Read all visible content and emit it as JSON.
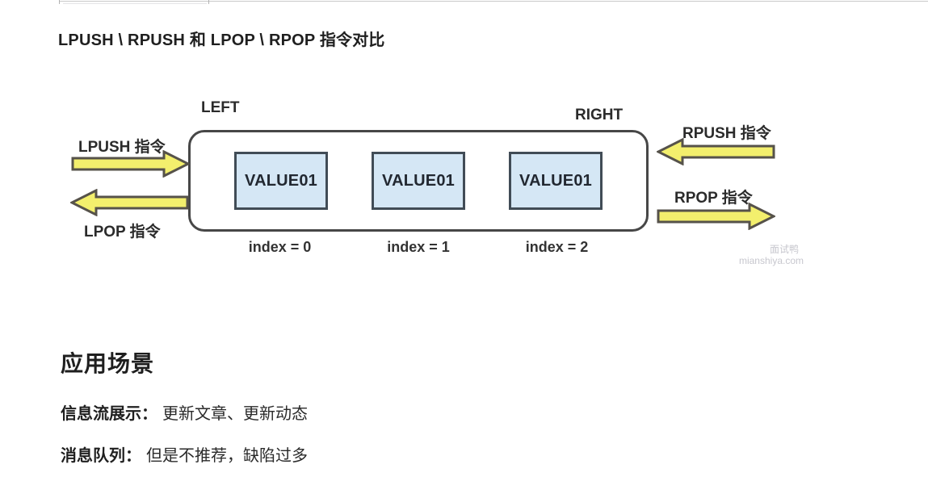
{
  "title": "LPUSH \\ RPUSH 和 LPOP \\ RPOP 指令对比",
  "diagram": {
    "left_label": "LEFT",
    "right_label": "RIGHT",
    "commands": {
      "lpush": "LPUSH 指令",
      "lpop": "LPOP 指令",
      "rpush": "RPUSH 指令",
      "rpop": "RPOP 指令"
    },
    "items": [
      {
        "value": "VALUE01",
        "index_label": "index = 0"
      },
      {
        "value": "VALUE01",
        "index_label": "index = 1"
      },
      {
        "value": "VALUE01",
        "index_label": "index = 2"
      }
    ],
    "watermark": {
      "line1": "面试鸭",
      "line2": "mianshiya.com"
    },
    "colors": {
      "arrow_fill": "#f3ef6d",
      "arrow_stroke": "#56524a",
      "value_box_fill": "#d5e7f5",
      "value_box_border": "#414c56",
      "container_border": "#474747"
    }
  },
  "sections": {
    "usage": {
      "heading": "应用场景",
      "items": [
        {
          "label": "信息流展示：",
          "text": "更新文章、更新动态"
        },
        {
          "label": "消息队列：",
          "text": "但是不推荐，缺陷过多"
        }
      ]
    }
  }
}
